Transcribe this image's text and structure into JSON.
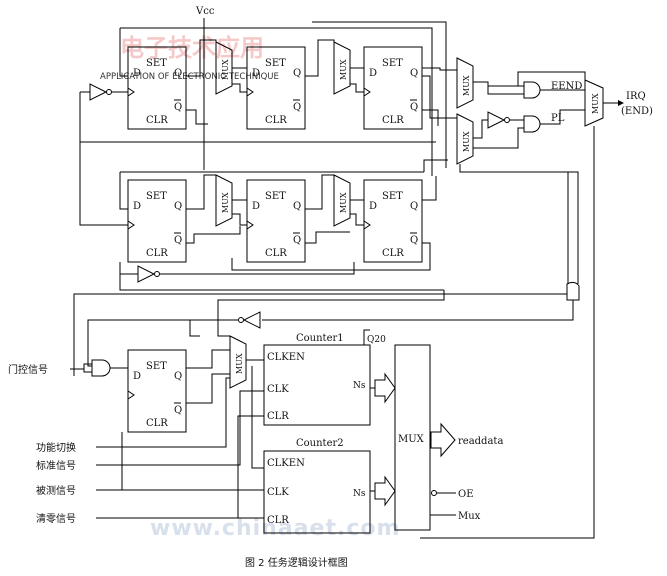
{
  "supply_label": "Vcc",
  "watermarks": {
    "top_logo": "电子技术应用",
    "top_subtitle": "APPLICATION OF ELECTRONIC TECHNIQUE",
    "bottom": "www.chinaaet.com"
  },
  "flipflop": {
    "set": "SET",
    "clr": "CLR",
    "d": "D",
    "q": "Q",
    "qbar": "Q"
  },
  "mux_label": "MUX",
  "eend_label": "EEND",
  "pl_label": "PL",
  "irq_label": "IRQ",
  "irq_end_label": "(END)",
  "q20_label": "Q20",
  "counter1": {
    "title": "Counter1",
    "clken": "CLKEN",
    "clk": "CLK",
    "clr": "CLR",
    "out": "Ns"
  },
  "counter2": {
    "title": "Counter2",
    "clken": "CLKEN",
    "clk": "CLK",
    "clr": "CLR",
    "out": "Ns"
  },
  "big_mux_label": "MUX",
  "readdata_label": "readdata",
  "oe_label": "OE",
  "mux_pin_label": "Mux",
  "inputs": {
    "gate_signal": "门控信号",
    "function_switch": "功能切换",
    "standard_signal": "标准信号",
    "measured_signal": "被测信号",
    "clear_signal": "清零信号"
  },
  "caption": "图 2   任务逻辑设计框图"
}
